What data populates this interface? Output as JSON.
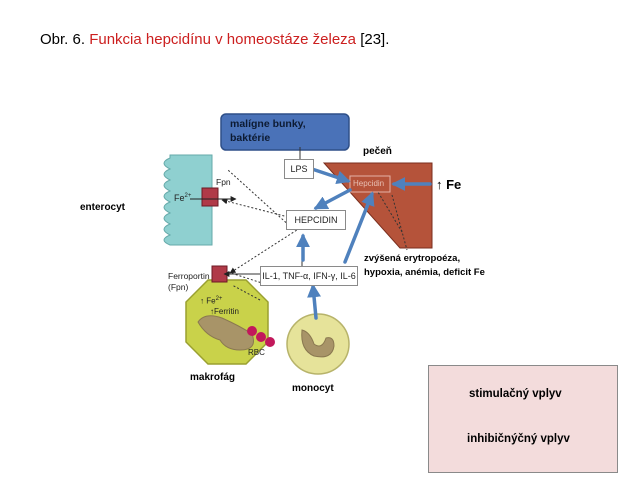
{
  "caption": {
    "prefix": "Obr. 6. ",
    "title": "Funkcia hepcidínu v homeostáze železa",
    "ref": " [23]."
  },
  "diagram": {
    "malignant_box": {
      "line1": "malígne bunky,",
      "line2": "baktérie"
    },
    "lps": "LPS",
    "liver_label": "pečeň",
    "liver_hepcidin": "Hepcidin",
    "fe_arrow": "↑ Fe",
    "enterocyte_label": "enterocyt",
    "enterocyte_fe": "Fe",
    "enterocyte_fe_sup": "2+",
    "fpn": "Fpn",
    "hepcidin_box": "HEPCIDIN",
    "cytokines_box": "IL-1, TNF-α, IFN-γ, IL-6",
    "conditions": {
      "line1": "zvýšená erytropoéza,",
      "line2": "hypoxia, anémia, deficit Fe"
    },
    "ferroportin": {
      "line1": "Ferroportin",
      "line2": "(Fpn)"
    },
    "macrophage_fe": "↑ Fe",
    "macrophage_fe_sup": "2+",
    "macrophage_ferritin": "↑Ferritin",
    "rbc": "RBC",
    "macrophage_label": "makrofág",
    "monocyte_label": "monocyt"
  },
  "legend": {
    "stimulation": "stimulačný vplyv",
    "inhibition": "inhibičnýčný vplyv"
  },
  "colors": {
    "title_red": "#cc1f1f",
    "blue_arrow": "#4f81bd",
    "malignant_fill": "#4a72b8",
    "liver_fill": "#b5533a",
    "enterocyte_fill": "#8fd0d0",
    "macrophage_fill": "#c9d24a",
    "monocyte_fill": "#e6e39a",
    "nucleus_fill": "#a89468",
    "rbc_fill": "#c2185b",
    "legend_bg": "#f3dcdc"
  }
}
